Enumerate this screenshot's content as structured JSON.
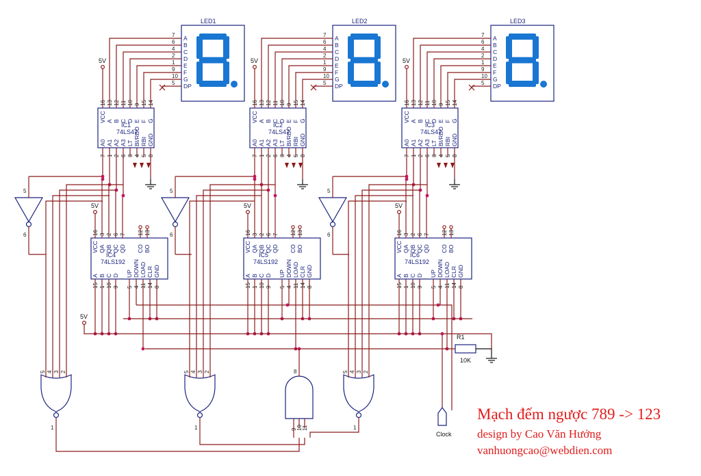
{
  "title": "Mạch đếm ngược 789 -> 123",
  "credit": "design by Cao Văn Hưởng",
  "email": "vanhuongcao@webdien.com",
  "power_label": "5V",
  "clock_label": "Clock",
  "resistor": {
    "name": "R1",
    "value": "10K"
  },
  "leds": [
    "LED1",
    "LED2",
    "LED3"
  ],
  "led_pins": [
    {
      "pin": "7",
      "name": "A"
    },
    {
      "pin": "6",
      "name": "B"
    },
    {
      "pin": "4",
      "name": "C"
    },
    {
      "pin": "2",
      "name": "D"
    },
    {
      "pin": "1",
      "name": "E"
    },
    {
      "pin": "9",
      "name": "F"
    },
    {
      "pin": "10",
      "name": "G"
    },
    {
      "pin": "5",
      "name": "DP"
    }
  ],
  "decoders": [
    {
      "name": "IC1",
      "part": "74LS47"
    },
    {
      "name": "IC2",
      "part": "74LS47"
    },
    {
      "name": "IC3",
      "part": "74LS47"
    }
  ],
  "decoder_top_pins": [
    {
      "pin": "16",
      "name": "VCC"
    },
    {
      "pin": "13",
      "name": "A"
    },
    {
      "pin": "12",
      "name": "B"
    },
    {
      "pin": "11",
      "name": "C"
    },
    {
      "pin": "10",
      "name": "D"
    },
    {
      "pin": "9",
      "name": "E"
    },
    {
      "pin": "15",
      "name": "F"
    },
    {
      "pin": "14",
      "name": "G"
    }
  ],
  "decoder_bottom_pins": [
    {
      "pin": "7",
      "name": "A0"
    },
    {
      "pin": "1",
      "name": "A1"
    },
    {
      "pin": "2",
      "name": "A2"
    },
    {
      "pin": "6",
      "name": "A3"
    },
    {
      "pin": "3",
      "name": "LT"
    },
    {
      "pin": "4",
      "name": "BI/RBO"
    },
    {
      "pin": "5",
      "name": "RBI"
    },
    {
      "pin": "8",
      "name": "GND"
    }
  ],
  "counters": [
    {
      "name": "IC4",
      "part": "74LS192"
    },
    {
      "name": "IC5",
      "part": "74LS192"
    },
    {
      "name": "IC6",
      "part": "74LS192"
    }
  ],
  "counter_top_pins": [
    {
      "pin": "16",
      "name": "VCC"
    },
    {
      "pin": "3",
      "name": "QA"
    },
    {
      "pin": "2",
      "name": "QB"
    },
    {
      "pin": "6",
      "name": "QC"
    },
    {
      "pin": "7",
      "name": "QD"
    },
    {
      "pin": "12",
      "name": "CO"
    },
    {
      "pin": "13",
      "name": "BO"
    }
  ],
  "counter_bottom_pins": [
    {
      "pin": "15",
      "name": "A"
    },
    {
      "pin": "1",
      "name": "B"
    },
    {
      "pin": "10",
      "name": "C"
    },
    {
      "pin": "9",
      "name": "D"
    },
    {
      "pin": "5",
      "name": "UP"
    },
    {
      "pin": "4",
      "name": "DOWN"
    },
    {
      "pin": "11",
      "name": "LOAD"
    },
    {
      "pin": "14",
      "name": "CLR"
    },
    {
      "pin": "8",
      "name": "GND"
    }
  ],
  "inverter_pins": {
    "in": "5",
    "out": "6"
  },
  "nor_gate_pins": {
    "in": [
      "5",
      "4",
      "3",
      "2"
    ],
    "out": "1"
  },
  "and_gate_pins": {
    "in": [
      "9",
      "10",
      "11"
    ],
    "out": "8"
  }
}
